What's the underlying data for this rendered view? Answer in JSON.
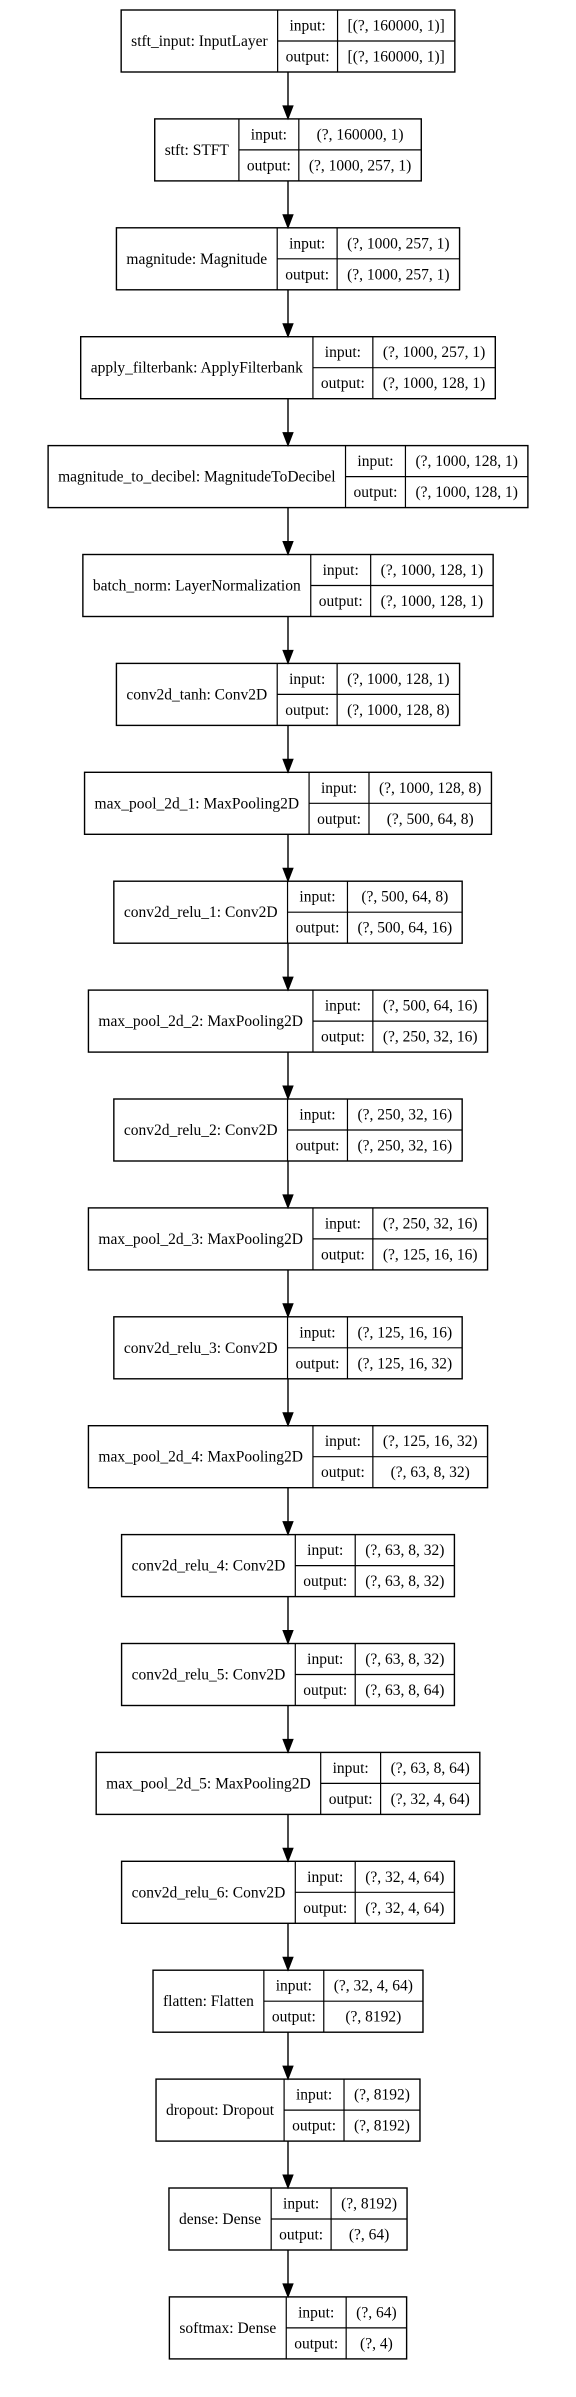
{
  "labels": {
    "input": "input:",
    "output": "output:"
  },
  "layers": [
    {
      "name": "stft_input: InputLayer",
      "input": "[(?, 160000, 1)]",
      "output": "[(?, 160000, 1)]"
    },
    {
      "name": "stft: STFT",
      "input": "(?, 160000, 1)",
      "output": "(?, 1000, 257, 1)"
    },
    {
      "name": "magnitude: Magnitude",
      "input": "(?, 1000, 257, 1)",
      "output": "(?, 1000, 257, 1)"
    },
    {
      "name": "apply_filterbank: ApplyFilterbank",
      "input": "(?, 1000, 257, 1)",
      "output": "(?, 1000, 128, 1)"
    },
    {
      "name": "magnitude_to_decibel: MagnitudeToDecibel",
      "input": "(?, 1000, 128, 1)",
      "output": "(?, 1000, 128, 1)"
    },
    {
      "name": "batch_norm: LayerNormalization",
      "input": "(?, 1000, 128, 1)",
      "output": "(?, 1000, 128, 1)"
    },
    {
      "name": "conv2d_tanh: Conv2D",
      "input": "(?, 1000, 128, 1)",
      "output": "(?, 1000, 128, 8)"
    },
    {
      "name": "max_pool_2d_1: MaxPooling2D",
      "input": "(?, 1000, 128, 8)",
      "output": "(?, 500, 64, 8)"
    },
    {
      "name": "conv2d_relu_1: Conv2D",
      "input": "(?, 500, 64, 8)",
      "output": "(?, 500, 64, 16)"
    },
    {
      "name": "max_pool_2d_2: MaxPooling2D",
      "input": "(?, 500, 64, 16)",
      "output": "(?, 250, 32, 16)"
    },
    {
      "name": "conv2d_relu_2: Conv2D",
      "input": "(?, 250, 32, 16)",
      "output": "(?, 250, 32, 16)"
    },
    {
      "name": "max_pool_2d_3: MaxPooling2D",
      "input": "(?, 250, 32, 16)",
      "output": "(?, 125, 16, 16)"
    },
    {
      "name": "conv2d_relu_3: Conv2D",
      "input": "(?, 125, 16, 16)",
      "output": "(?, 125, 16, 32)"
    },
    {
      "name": "max_pool_2d_4: MaxPooling2D",
      "input": "(?, 125, 16, 32)",
      "output": "(?, 63, 8, 32)"
    },
    {
      "name": "conv2d_relu_4: Conv2D",
      "input": "(?, 63, 8, 32)",
      "output": "(?, 63, 8, 32)"
    },
    {
      "name": "conv2d_relu_5: Conv2D",
      "input": "(?, 63, 8, 32)",
      "output": "(?, 63, 8, 64)"
    },
    {
      "name": "max_pool_2d_5: MaxPooling2D",
      "input": "(?, 63, 8, 64)",
      "output": "(?, 32, 4, 64)"
    },
    {
      "name": "conv2d_relu_6: Conv2D",
      "input": "(?, 32, 4, 64)",
      "output": "(?, 32, 4, 64)"
    },
    {
      "name": "flatten: Flatten",
      "input": "(?, 32, 4, 64)",
      "output": "(?, 8192)"
    },
    {
      "name": "dropout: Dropout",
      "input": "(?, 8192)",
      "output": "(?, 8192)"
    },
    {
      "name": "dense: Dense",
      "input": "(?, 8192)",
      "output": "(?, 64)"
    },
    {
      "name": "softmax: Dense",
      "input": "(?, 64)",
      "output": "(?, 4)"
    }
  ]
}
